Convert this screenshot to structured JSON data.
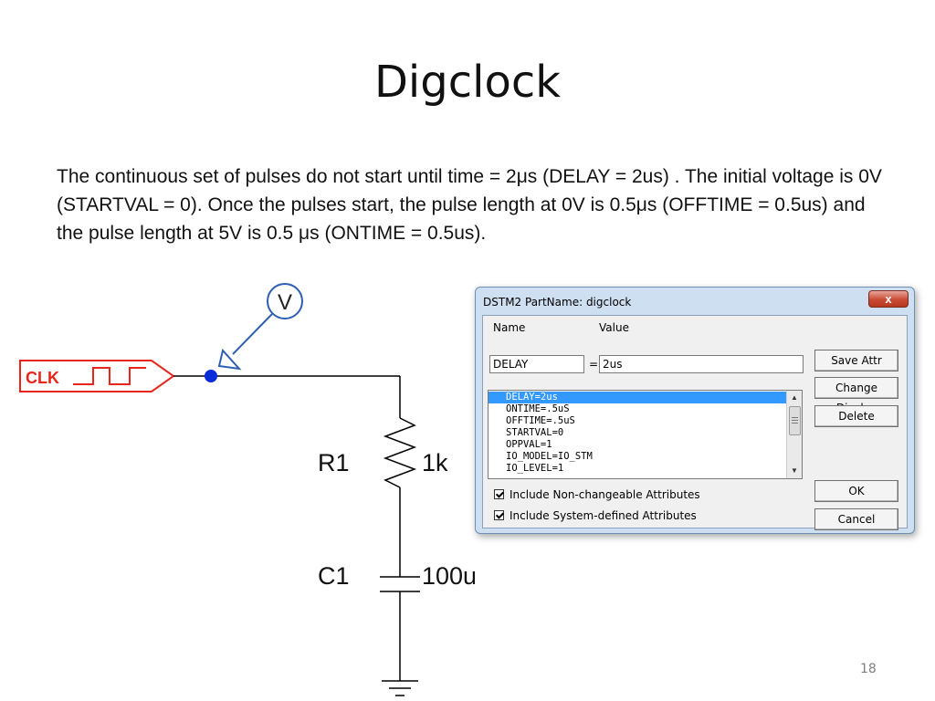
{
  "slide": {
    "title": "Digclock",
    "body": "The continuous set of pulses do not start until time = 2μs (DELAY = 2us) .  The initial voltage is 0V (STARTVAL = 0).  Once the pulses start, the pulse length at 0V is 0.5μs (OFFTIME = 0.5us) and the pulse length at 5V is 0.5 μs (ONTIME = 0.5us).",
    "page_number": "18"
  },
  "schematic": {
    "probe_label": "V",
    "source_label": "CLK",
    "resistor_ref": "R1",
    "resistor_value": "1k",
    "capacitor_ref": "C1",
    "capacitor_value": "100u",
    "colors": {
      "source": "#e8261c",
      "probe": "#2f5fb0",
      "node": "#0a2bd8",
      "wire": "#000000"
    }
  },
  "dialog": {
    "title": "DSTM2  PartName: digclock",
    "close_label": "x",
    "name_header": "Name",
    "value_header": "Value",
    "name_value": "DELAY",
    "equals": "=",
    "value_value": "2us",
    "attributes": [
      "DELAY=2us",
      "ONTIME=.5uS",
      "OFFTIME=.5uS",
      "STARTVAL=0",
      "OPPVAL=1",
      "IO_MODEL=IO_STM",
      "IO_LEVEL=1"
    ],
    "selected_index": 0,
    "buttons": {
      "save_attr": "Save Attr",
      "change_display": "Change Display",
      "delete": "Delete",
      "ok": "OK",
      "cancel": "Cancel"
    },
    "checkbox_non_changeable": "Include Non-changeable Attributes",
    "checkbox_system_defined": "Include System-defined Attributes"
  }
}
